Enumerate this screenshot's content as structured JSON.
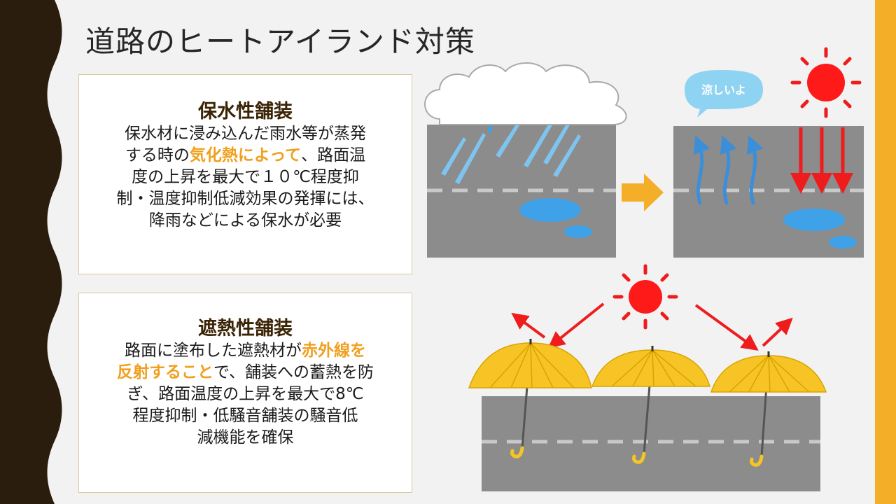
{
  "slide": {
    "title": "道路のヒートアイランド対策"
  },
  "box1": {
    "heading": "保水性舗装",
    "line1": "保水材に浸み込んだ雨水等が蒸発",
    "line2_pre": "する時の",
    "line2_hl": "気化熱によって",
    "line2_post": "、路面温",
    "line3": "度の上昇を最大で１０℃程度抑",
    "line4": "制・温度抑制低減効果の発揮には、",
    "line5": "降雨などによる保水が必要"
  },
  "box2": {
    "heading": "遮熱性舗装",
    "line1_pre": "路面に塗布した遮熱材が",
    "line1_hl": "赤外線を",
    "line2_hl": "反射すること",
    "line2_post": "で、舗装への蓄熱を防",
    "line3": "ぎ、路面温度の上昇を最大で8℃",
    "line4": "程度抑制・低騒音舗装の騒音低",
    "line5": "減機能を確保"
  },
  "illustration": {
    "speech_bubble": "涼しいよ"
  },
  "colors": {
    "accent": "#f5ae28",
    "highlight": "#f0a01e",
    "heading": "#3b2406",
    "dark_band": "#2b1d0e",
    "road": "#8c8c8c",
    "sun": "#ff1a1a",
    "water": "#3fa2e8",
    "umbrella": "#f7c425"
  }
}
